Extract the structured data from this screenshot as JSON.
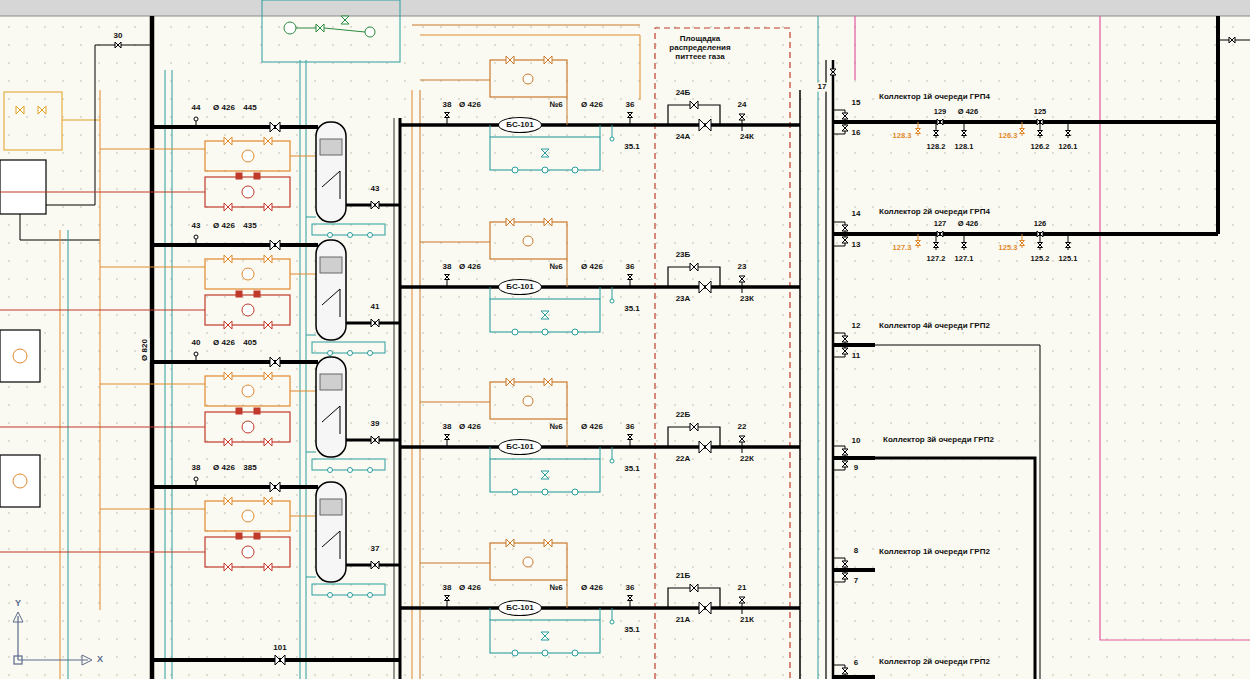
{
  "diagram": {
    "nodes": [
      {
        "text": [
          "БС-101"
        ]
      },
      {
        "text": [
          "БС-101"
        ]
      },
      {
        "text": [
          "БС-101"
        ]
      },
      {
        "text": [
          "БС-101"
        ]
      }
    ],
    "labels": [
      "Коллектор 1й очереди ГРП4",
      "Коллектор 2й очереди ГРП4",
      "Коллектор 4й очереди ГРП2",
      "Коллектор 3й очереди ГРП2",
      "Коллектор 1й очереди ГРП2",
      "Коллектор 2й очереди ГРП2",
      "Площадка распределения питтеее газа",
      "30",
      "44",
      "Ø 426",
      "445",
      "43",
      "Ø 426",
      "435",
      "40",
      "Ø 426",
      "405",
      "38",
      "Ø 426",
      "385",
      "43",
      "41",
      "39",
      "37",
      "38",
      "Ø 426",
      "№6",
      "Ø 426",
      "36",
      "35.1",
      "24Б",
      "24А",
      "24",
      "24К",
      "38",
      "Ø 426",
      "№6",
      "Ø 426",
      "36",
      "35.1",
      "23Б",
      "23А",
      "23",
      "23К",
      "38",
      "Ø 426",
      "№6",
      "Ø 426",
      "36",
      "35.1",
      "22Б",
      "22А",
      "22",
      "22К",
      "38",
      "Ø 426",
      "№6",
      "Ø 426",
      "36",
      "35.1",
      "21Б",
      "21А",
      "21",
      "21К",
      "17",
      "15",
      "16",
      "14",
      "13",
      "12",
      "11",
      "10",
      "9",
      "8",
      "7",
      "6",
      "129",
      "Ø 426",
      "125",
      "128.3",
      "128.2",
      "128.1",
      "126.3",
      "126.2",
      "126.1",
      "127",
      "Ø 426",
      "126",
      "127.3",
      "127.2",
      "127.1",
      "125.3",
      "125.2",
      "125.1",
      "101",
      "Ø 820",
      "Y",
      "X"
    ]
  }
}
